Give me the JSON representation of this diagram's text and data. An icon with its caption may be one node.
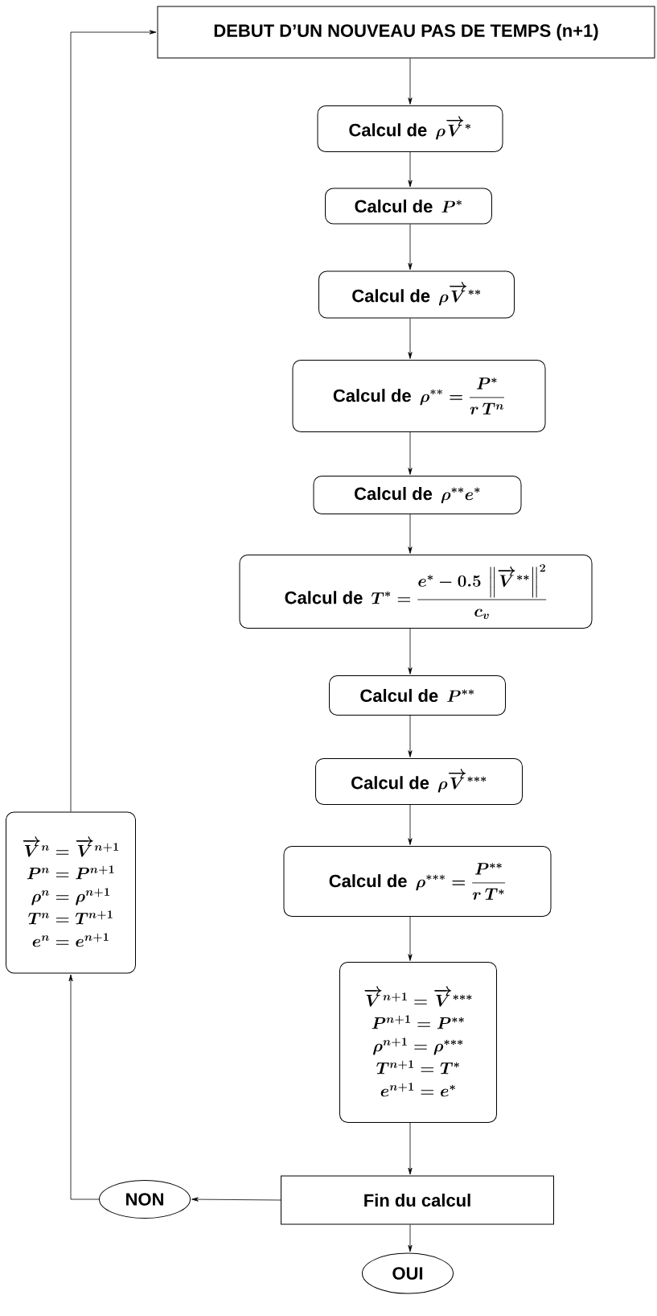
{
  "diagram": {
    "nodes": [
      {
        "text": [
          "DEBUT D’UN NOUVEAU PAS DE TEMPS (n+1)"
        ]
      },
      {
        "text": [
          "Calcul de",
          "\\rho\\overrightarrow{V}^{*}"
        ]
      },
      {
        "text": [
          "Calcul de",
          "P^{*}"
        ]
      },
      {
        "text": [
          "Calcul de",
          "\\rho\\overrightarrow{V}^{**}"
        ]
      },
      {
        "text": [
          "Calcul de",
          "\\rho^{**} = \\frac{P^{*}}{r\\,T^{n}}"
        ]
      },
      {
        "text": [
          "Calcul de",
          "\\rho^{**}e^{*}"
        ]
      },
      {
        "text": [
          "Calcul de",
          "T^{*} = \\frac{e^{*} - 0.5\\,\\left\\|\\overrightarrow{V}^{**}\\right\\|^{2}}{c_{v}}"
        ]
      },
      {
        "text": [
          "Calcul de",
          "P^{**}"
        ]
      },
      {
        "text": [
          "Calcul de",
          "\\rho\\overrightarrow{V}^{***}"
        ]
      },
      {
        "text": [
          "Calcul de",
          "\\rho^{***} = \\frac{P^{**}}{r\\,T^{*}}"
        ]
      },
      {
        "text": [
          "\\overrightarrow{V}^{n+1} = \\overrightarrow{V}^{***}",
          "P^{n+1} = P^{**}",
          "\\rho^{n+1} = \\rho^{***}",
          "T^{n+1} = T^{*}",
          "e^{n+1} = e^{*}"
        ]
      },
      {
        "text": [
          "Fin du calcul"
        ]
      },
      {
        "text": [
          "NON"
        ]
      },
      {
        "text": [
          "OUI"
        ]
      },
      {
        "text": [
          "\\overrightarrow{V}^{n} = \\overrightarrow{V}^{n+1}",
          "P^{n} = P^{n+1}",
          "\\rho^{n} = \\rho^{n+1}",
          "T^{n} = T^{n+1}",
          "e^{n} = e^{n+1}"
        ]
      }
    ],
    "edges": [
      {
        "from": 0,
        "to": 1,
        "arrow": "to"
      },
      {
        "from": 1,
        "to": 2,
        "arrow": "to"
      },
      {
        "from": 2,
        "to": 3,
        "arrow": "to"
      },
      {
        "from": 3,
        "to": 4,
        "arrow": "to"
      },
      {
        "from": 4,
        "to": 5,
        "arrow": "to"
      },
      {
        "from": 5,
        "to": 6,
        "arrow": "to"
      },
      {
        "from": 6,
        "to": 7,
        "arrow": "to"
      },
      {
        "from": 7,
        "to": 8,
        "arrow": "to"
      },
      {
        "from": 8,
        "to": 9,
        "arrow": "to"
      },
      {
        "from": 9,
        "to": 10,
        "arrow": "to"
      },
      {
        "from": 10,
        "to": 11,
        "arrow": "to"
      },
      {
        "from": 11,
        "to": 13,
        "arrow": "to"
      },
      {
        "from": 11,
        "to": 12,
        "arrow": "to"
      },
      {
        "from": 12,
        "to": 14,
        "arrow": "to"
      },
      {
        "from": 14,
        "to": 0,
        "arrow": "to"
      }
    ]
  }
}
